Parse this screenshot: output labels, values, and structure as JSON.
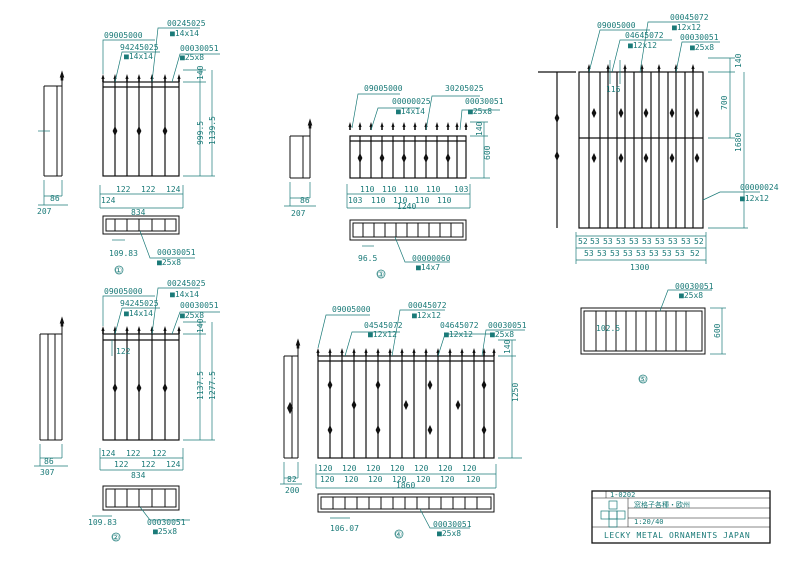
{
  "colors": {
    "line": "#111111",
    "dim": "#1a7a78"
  },
  "d1": {
    "codes": {
      "a": "00245025",
      "a_size": "■14x14",
      "b": "09005000",
      "c": "94245025",
      "c_size": "■14x14",
      "d": "00030051",
      "d_size": "■25x8",
      "e": "00030051",
      "e_size": "■25x8"
    },
    "dims": {
      "h1": "140",
      "h2": "999.5",
      "h3": "1139.5",
      "side_w": "86",
      "side_total": "207",
      "w_a": "122",
      "w_b": "122",
      "w_c": "124",
      "w_d": "124",
      "total": "834",
      "base": "109.83"
    },
    "label": "①"
  },
  "d2": {
    "codes": {
      "a": "00245025",
      "a_size": "■14x14",
      "b": "09005000",
      "c": "94245025",
      "c_size": "■14x14",
      "d": "00030051",
      "d_size": "■25x8",
      "e": "00030051",
      "e_size": "■25x8"
    },
    "dims": {
      "h1": "140",
      "h2": "1137.5",
      "h3": "1277.5",
      "side_w": "86",
      "side_total": "307",
      "w_a": "124",
      "w_b": "122",
      "w_c": "122",
      "w_d": "122",
      "w_e": "124",
      "top_w": "122",
      "total": "834",
      "base": "109.83"
    },
    "label": "②"
  },
  "d3": {
    "codes": {
      "a": "09005000",
      "b": "00000025",
      "b_size": "■14x14",
      "c": "30205025",
      "d": "00030051",
      "d_size": "■25x8",
      "e": "00000060",
      "e_size": "■14x7"
    },
    "dims": {
      "h1": "140",
      "h2": "600",
      "side_w": "86",
      "side_total": "207",
      "w_a": "110",
      "w_b": "110",
      "w_c": "110",
      "w_d": "110",
      "w_e": "103",
      "w_f": "103",
      "w_g": "110",
      "w_h": "110",
      "w_i": "110",
      "w_j": "110",
      "total": "1240",
      "base": "96.5"
    },
    "label": "③"
  },
  "d4": {
    "codes": {
      "a": "09005000",
      "b": "00045072",
      "b_size": "■12x12",
      "c": "04545072",
      "c_size": "■12x12",
      "d": "04645072",
      "d_size": "■12x12",
      "e": "00030051",
      "e_size": "■25x8",
      "f": "00030051",
      "f_size": "■25x8"
    },
    "dims": {
      "h1": "140",
      "h2": "1250",
      "side_w": "82",
      "side_total": "200",
      "w": "120",
      "total": "1860",
      "base": "106.07"
    },
    "label": "④"
  },
  "d5": {
    "codes": {
      "a": "09005000",
      "b": "00045072",
      "b_size": "■12x12",
      "c": "04645072",
      "c_size": "■12x12",
      "d": "00030051",
      "d_size": "■25x8",
      "e": "00000024",
      "e_size": "■12x12",
      "f": "00030051",
      "f_size": "■25x8"
    },
    "dims": {
      "h1": "140",
      "h2": "700",
      "h3": "1680",
      "top": "116",
      "row1": [
        "52",
        "53",
        "53",
        "53",
        "53",
        "53",
        "53",
        "53",
        "53",
        "52"
      ],
      "row2": [
        "53",
        "53",
        "53",
        "53",
        "53",
        "53",
        "53",
        "53",
        "52"
      ],
      "total": "1300",
      "base": "102.5",
      "plan_h": "600"
    },
    "label": "⑤"
  },
  "title_block": {
    "drawing_no": "1-0202",
    "title": "窓格子各種・欧州",
    "scale": "1:20/40",
    "company": "LECKY METAL ORNAMENTS JAPAN"
  }
}
